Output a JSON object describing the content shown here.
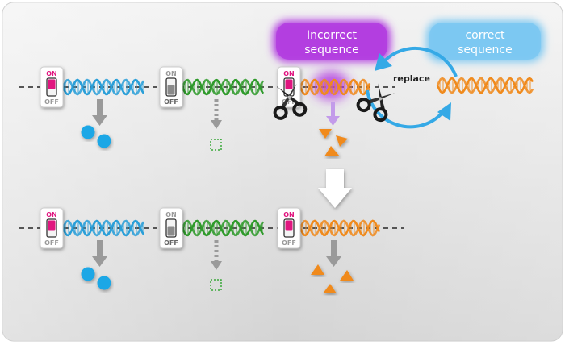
{
  "switch_labels": {
    "on": "ON",
    "off": "OFF"
  },
  "callouts": {
    "incorrect": {
      "line1": "Incorrect",
      "line2": "sequence"
    },
    "correct": {
      "line1": "correct",
      "line2": "sequence"
    },
    "replace": "replace"
  },
  "colors": {
    "blue_gene": "#2a9fd8",
    "green_gene": "#2e9a2a",
    "orange_gene": "#f08a1c",
    "switch_on": "#e0177f",
    "switch_off_handle": "#8a8a8a",
    "incorrect_box": "#b23ee0",
    "correct_box": "#7cc8f2",
    "product_blue": "#1aa7e6",
    "product_orange": "#f08a1c",
    "replace_arrow": "#35a9e6"
  },
  "switch_states": {
    "top": [
      "on",
      "off",
      "on"
    ],
    "bottom": [
      "on",
      "off",
      "on"
    ]
  },
  "icons": [
    "switch-icon",
    "dna-helix-icon",
    "scissors-icon",
    "circle-product-icon",
    "square-outline-icon",
    "triangle-product-icon",
    "circular-arrow-icon",
    "down-arrow-icon"
  ]
}
